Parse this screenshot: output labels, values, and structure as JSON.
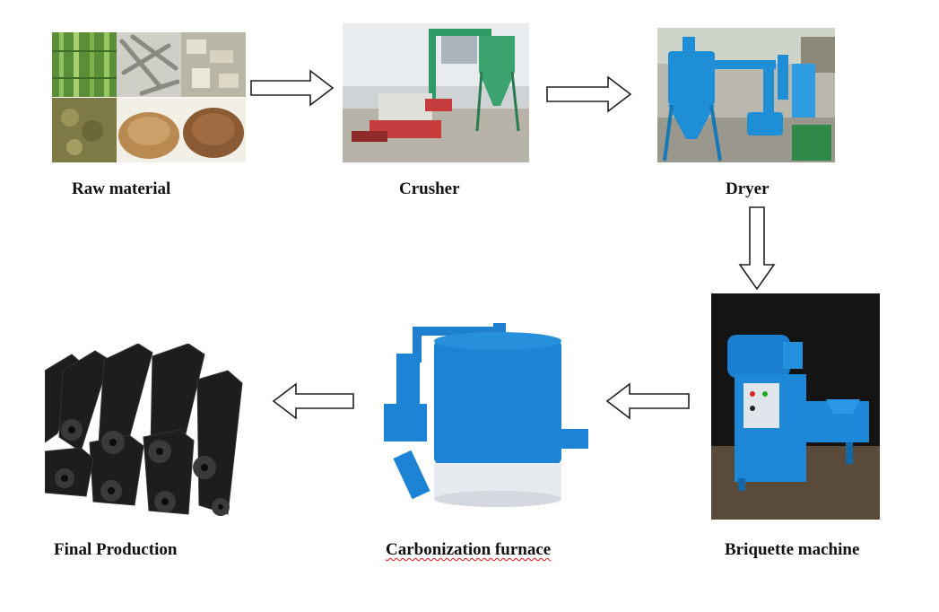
{
  "steps": [
    {
      "id": "raw",
      "label": "Raw material"
    },
    {
      "id": "crusher",
      "label": "Crusher"
    },
    {
      "id": "dryer",
      "label": "Dryer"
    },
    {
      "id": "briquette",
      "label": "Briquette machine"
    },
    {
      "id": "carbonization",
      "label": "Carbonization furnace"
    },
    {
      "id": "final",
      "label": "Final Production"
    }
  ],
  "flow": [
    "raw",
    "crusher",
    "dryer",
    "briquette",
    "carbonization",
    "final"
  ],
  "colors": {
    "machine_blue": "#1f7fd0",
    "charcoal": "#1c1c1c",
    "arrow_stroke": "#222222",
    "spellcheck_underline": "#dd1111"
  }
}
